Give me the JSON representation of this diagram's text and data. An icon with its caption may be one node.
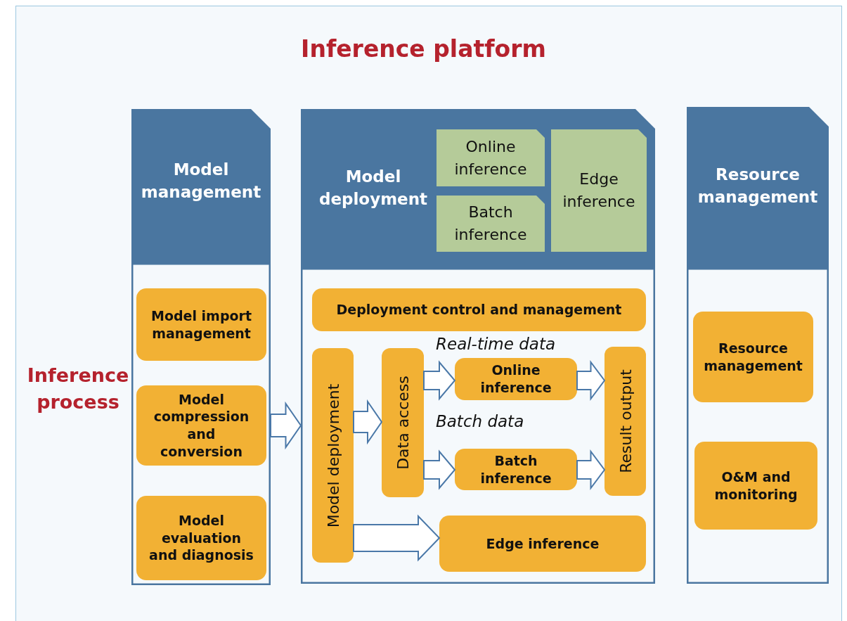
{
  "diagram": {
    "title": "Inference platform",
    "nodes": [
      {
        "text": [
          "Model management"
        ]
      },
      {
        "text": [
          "Model import management"
        ],
        "in": 0
      },
      {
        "text": [
          "Model compression and conversion"
        ],
        "in": 0
      },
      {
        "text": [
          "Model evaluation and diagnosis"
        ],
        "in": 0
      },
      {
        "text": [
          "Model deployment"
        ]
      },
      {
        "text": [
          "Online inference"
        ],
        "in": 4
      },
      {
        "text": [
          "Batch inference"
        ],
        "in": 4
      },
      {
        "text": [
          "Edge inference"
        ],
        "in": 4
      },
      {
        "text": [
          "Deployment control and management"
        ],
        "in": 4
      },
      {
        "text": [
          "Model deployment"
        ],
        "in": 4
      },
      {
        "text": [
          "Data access"
        ],
        "in": 4
      },
      {
        "text": [
          "Online inference"
        ],
        "in": 4
      },
      {
        "text": [
          "Batch inference"
        ],
        "in": 4
      },
      {
        "text": [
          "Result output"
        ],
        "in": 4
      },
      {
        "text": [
          "Edge inference"
        ],
        "in": 4
      },
      {
        "text": [
          "Resource management"
        ]
      },
      {
        "text": [
          "Resource management"
        ],
        "in": 15
      },
      {
        "text": [
          "O&M and monitoring"
        ],
        "in": 15
      }
    ],
    "edges": [
      {
        "from": 0,
        "to": 4,
        "arrow": "to"
      },
      {
        "from": 9,
        "to": 10,
        "arrow": "to"
      },
      {
        "from": 10,
        "to": 11,
        "arrow": "to"
      },
      {
        "from": 10,
        "to": 12,
        "arrow": "to"
      },
      {
        "from": 11,
        "to": 13,
        "arrow": "to"
      },
      {
        "from": 12,
        "to": 13,
        "arrow": "to"
      },
      {
        "from": 9,
        "to": 14,
        "arrow": "to"
      }
    ],
    "labels": [
      "Inference process",
      "Real-time data",
      "Batch data"
    ]
  }
}
